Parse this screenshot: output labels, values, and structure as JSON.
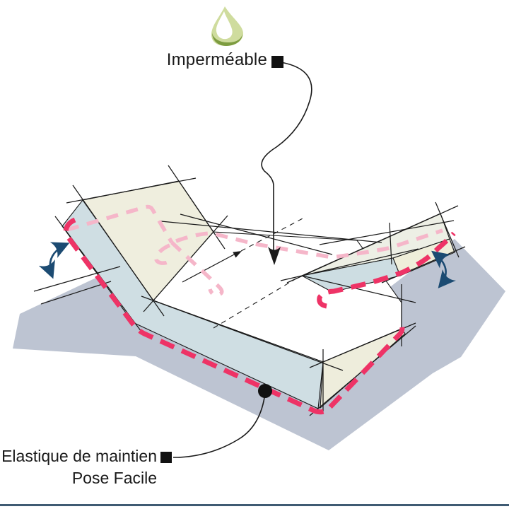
{
  "diagram": {
    "subject": "waterproof fitted mattress protector on an articulated (adjustable) bed, isometric sketch",
    "annotations": {
      "waterproof": {
        "label": "Imperméable"
      },
      "elastic": {
        "label_line1": "Elastique de maintien",
        "label_line2": "Pose Facile"
      }
    },
    "icons": {
      "water_drop": "water-drop-icon",
      "pivot_arrows": "double-headed-curved-arrow-icon",
      "callout_squares": "black-square-marker",
      "callout_dot": "black-dot-marker"
    },
    "colors": {
      "ink": "#1a1a1a",
      "elastic_primary": "#ee3366",
      "elastic_hidden": "#f5b6c9",
      "arrow_navy": "#1c4b72",
      "panel_cream": "#efeede",
      "panel_cream_right": "#eeeddc",
      "panel_blue": "#cfdee3",
      "wing_top": "#edefe5",
      "shadow": "#bdc4d2",
      "drop_green": "#cfdc9e",
      "drop_dark_green": "#7d9c40",
      "bottom_rule": "#3f5b73",
      "background": "#ffffff"
    }
  }
}
